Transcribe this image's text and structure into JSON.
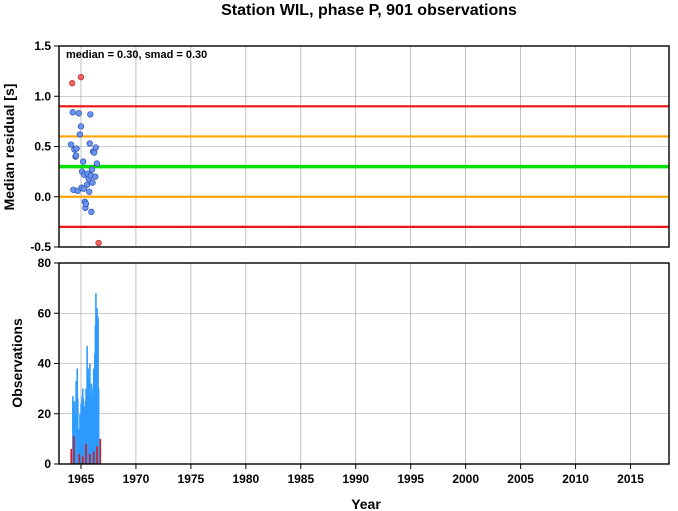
{
  "chart_data": [
    {
      "id": "residual-panel",
      "type": "scatter",
      "title": "Station WIL, phase P, 901 observations",
      "ylabel": "Median residual [s]",
      "xlim": [
        1963,
        2018.5
      ],
      "ylim": [
        -0.5,
        1.5
      ],
      "yticks": [
        -0.5,
        0.0,
        0.5,
        1.0,
        1.5
      ],
      "ytick_labels": [
        "-0.5",
        "0.0",
        "0.5",
        "1.0",
        "1.5"
      ],
      "grid": true,
      "annotation": "median = 0.30, smad = 0.30",
      "reference_lines": [
        {
          "y": 0.3,
          "color": "#00e000",
          "role": "median"
        },
        {
          "y": 0.6,
          "color": "#ffa500",
          "role": "median + 1 smad"
        },
        {
          "y": 0.0,
          "color": "#ffa500",
          "role": "median - 1 smad"
        },
        {
          "y": 0.9,
          "color": "#ee1111",
          "role": "median + 2 smad"
        },
        {
          "y": -0.3,
          "color": "#ee1111",
          "role": "median - 2 smad"
        }
      ],
      "series": [
        {
          "kind": "inlier",
          "color": "#6a95f5",
          "points": [
            [
              1964.1,
              0.52
            ],
            [
              1964.25,
              0.84
            ],
            [
              1964.4,
              0.47
            ],
            [
              1964.5,
              0.4
            ],
            [
              1964.55,
              0.41
            ],
            [
              1964.6,
              0.48
            ],
            [
              1964.3,
              0.07
            ],
            [
              1964.7,
              0.06
            ],
            [
              1964.8,
              0.83
            ],
            [
              1964.9,
              0.62
            ],
            [
              1965.0,
              0.7
            ],
            [
              1965.05,
              0.09
            ],
            [
              1965.1,
              0.25
            ],
            [
              1965.2,
              0.35
            ],
            [
              1965.25,
              0.08
            ],
            [
              1965.3,
              0.22
            ],
            [
              1965.35,
              -0.05
            ],
            [
              1965.4,
              -0.11
            ],
            [
              1965.45,
              -0.07
            ],
            [
              1965.55,
              0.12
            ],
            [
              1965.6,
              0.23
            ],
            [
              1965.7,
              0.18
            ],
            [
              1965.75,
              0.05
            ],
            [
              1965.8,
              0.53
            ],
            [
              1965.85,
              0.82
            ],
            [
              1965.9,
              0.21
            ],
            [
              1965.95,
              -0.15
            ],
            [
              1966.0,
              0.27
            ],
            [
              1966.05,
              0.14
            ],
            [
              1966.1,
              0.45
            ],
            [
              1966.2,
              0.44
            ],
            [
              1966.3,
              0.2
            ],
            [
              1966.35,
              0.49
            ],
            [
              1966.45,
              0.33
            ]
          ]
        },
        {
          "kind": "outlier",
          "color": "#f26262",
          "points": [
            [
              1964.2,
              1.13
            ],
            [
              1965.0,
              1.19
            ],
            [
              1966.6,
              -0.46
            ]
          ]
        }
      ]
    },
    {
      "id": "observations-panel",
      "type": "bar",
      "xlabel": "Year",
      "ylabel": "Observations",
      "xlim": [
        1963,
        2018.5
      ],
      "ylim": [
        0,
        80
      ],
      "yticks": [
        0,
        20,
        40,
        60,
        80
      ],
      "xticks": [
        1965,
        1970,
        1975,
        1980,
        1985,
        1990,
        1995,
        2000,
        2005,
        2010,
        2015
      ],
      "grid": true,
      "series": [
        {
          "kind": "observations",
          "color": "#2e9bff",
          "bars": [
            [
              1964.25,
              27
            ],
            [
              1964.3,
              22
            ],
            [
              1964.4,
              25
            ],
            [
              1964.5,
              19
            ],
            [
              1964.55,
              33
            ],
            [
              1964.65,
              38
            ],
            [
              1964.7,
              26
            ],
            [
              1964.8,
              14
            ],
            [
              1964.9,
              20
            ],
            [
              1965.0,
              24
            ],
            [
              1965.05,
              18
            ],
            [
              1965.1,
              27
            ],
            [
              1965.15,
              30
            ],
            [
              1965.2,
              26
            ],
            [
              1965.25,
              14
            ],
            [
              1965.3,
              23
            ],
            [
              1965.35,
              18
            ],
            [
              1965.4,
              25
            ],
            [
              1965.45,
              30
            ],
            [
              1965.5,
              16
            ],
            [
              1965.55,
              47
            ],
            [
              1965.6,
              22
            ],
            [
              1965.65,
              38
            ],
            [
              1965.7,
              34
            ],
            [
              1965.75,
              22
            ],
            [
              1965.8,
              40
            ],
            [
              1965.85,
              28
            ],
            [
              1965.9,
              18
            ],
            [
              1965.95,
              32
            ],
            [
              1966.0,
              27
            ],
            [
              1966.05,
              20
            ],
            [
              1966.1,
              30
            ],
            [
              1966.15,
              38
            ],
            [
              1966.2,
              36
            ],
            [
              1966.25,
              44
            ],
            [
              1966.3,
              55
            ],
            [
              1966.35,
              68
            ],
            [
              1966.4,
              50
            ],
            [
              1966.45,
              62
            ],
            [
              1966.5,
              59
            ],
            [
              1966.55,
              58
            ],
            [
              1966.6,
              30
            ]
          ]
        },
        {
          "kind": "rejected",
          "color": "#d01a1a",
          "bars": [
            [
              1964.1,
              6
            ],
            [
              1964.35,
              11
            ],
            [
              1964.85,
              4
            ],
            [
              1965.15,
              3
            ],
            [
              1965.45,
              8
            ],
            [
              1965.8,
              4
            ],
            [
              1966.15,
              5
            ],
            [
              1966.45,
              7
            ],
            [
              1966.75,
              10
            ]
          ]
        }
      ]
    }
  ]
}
